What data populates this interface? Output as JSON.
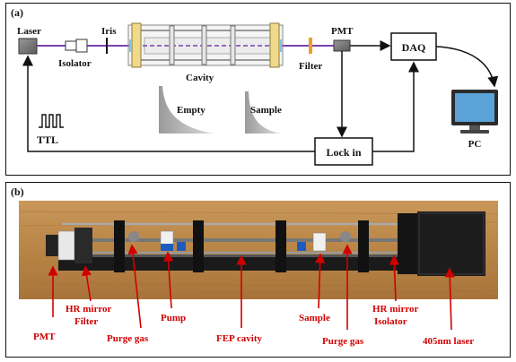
{
  "panel_a": {
    "tag": "(a)",
    "labels": {
      "laser": "Laser",
      "isolator": "Isolator",
      "iris": "Iris",
      "cavity": "Cavity",
      "pmt": "PMT",
      "filter": "Filter",
      "daq": "DAQ",
      "pc": "PC",
      "lockin": "Lock in",
      "ttl": "TTL",
      "empty": "Empty",
      "sample": "Sample"
    }
  },
  "panel_b": {
    "tag": "(b)",
    "labels": {
      "pmt": "PMT",
      "hr_mirror_left": "HR mirror",
      "filter": "Filter",
      "purge_gas_left": "Purge gas",
      "pump": "Pump",
      "fep_cavity": "FEP cavity",
      "sample": "Sample",
      "purge_gas_right": "Purge gas",
      "hr_mirror_right": "HR mirror",
      "isolator": "Isolator",
      "laser": "405nm laser"
    }
  },
  "colors": {
    "beam": "#7a3fb0",
    "annotation": "#d00000",
    "decay": "#b5b5b5",
    "wood": "#b98546"
  }
}
